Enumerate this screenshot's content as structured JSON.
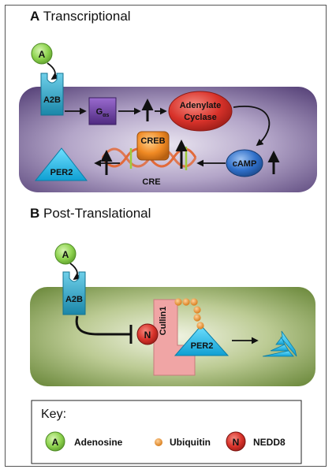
{
  "panel_a": {
    "letter": "A",
    "title": "Transcriptional",
    "labels": {
      "adenosine": "A",
      "receptor": "A2B",
      "gas_main": "G",
      "gas_sub": "αs",
      "adenylate_1": "Adenylate",
      "adenylate_2": "Cyclase",
      "camp": "cAMP",
      "creb": "CREB",
      "cre": "CRE",
      "per2": "PER2"
    }
  },
  "panel_b": {
    "letter": "B",
    "title": "Post-Translational",
    "labels": {
      "adenosine": "A",
      "receptor": "A2B",
      "nedd8": "N",
      "cullin": "Cullin1",
      "per2": "PER2"
    }
  },
  "key": {
    "title": "Key:",
    "items": [
      {
        "symbol": "A",
        "label": "Adenosine"
      },
      {
        "symbol": "",
        "label": "Ubiquitin"
      },
      {
        "symbol": "N",
        "label": "NEDD8"
      }
    ]
  },
  "colors": {
    "adenosine_green": "#8dd24e",
    "receptor_teal": "#2aa7c9",
    "gas_purple": "#6a3d9a",
    "adenylate_red": "#d8322a",
    "camp_blue": "#2f6fc9",
    "creb_orange": "#f08a24",
    "per2_cyan": "#19b6e6",
    "cullin_pink": "#f0a5a5",
    "nedd8_red": "#c3271f",
    "ubiquitin_orange": "#e88a20",
    "panel_a_bg": "#5f4a80",
    "panel_b_bg": "#6f8f3c"
  }
}
